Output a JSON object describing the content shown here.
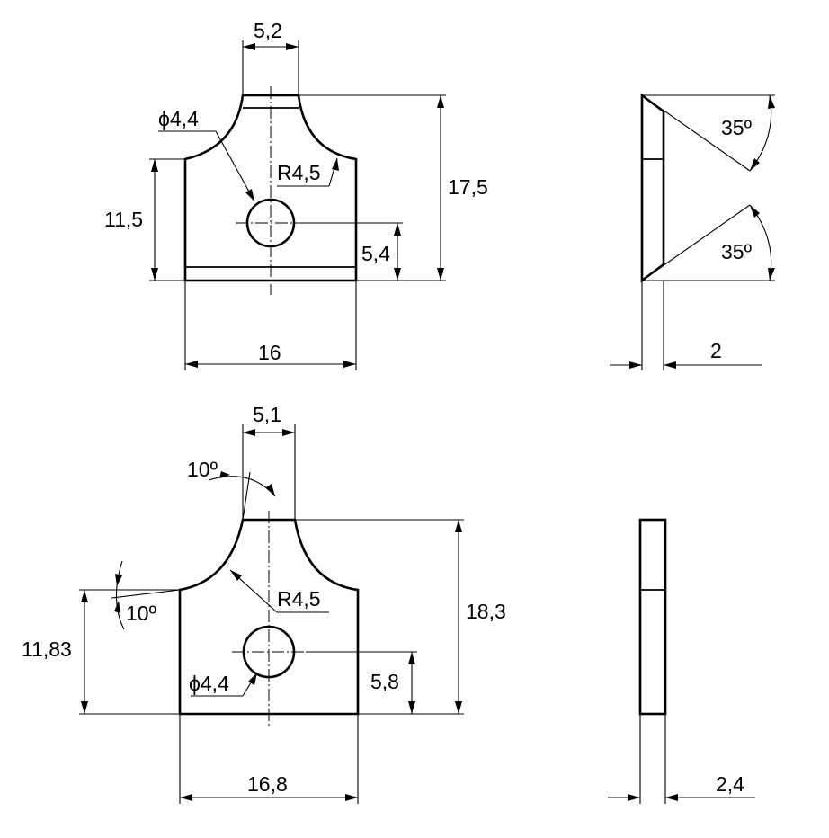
{
  "top": {
    "top_width": "5,2",
    "hole_diameter": "ϕ4,4",
    "radius": "R4,5",
    "shoulder_height": "11,5",
    "total_height": "17,5",
    "hole_height": "5,4",
    "base_width": "16",
    "angle_top": "35º",
    "angle_bottom": "35º",
    "thickness": "2"
  },
  "bottom": {
    "top_width": "5,1",
    "angle_top": "10º",
    "angle_side": "10º",
    "radius": "R4,5",
    "total_height": "18,3",
    "shoulder_height": "11,83",
    "hole_height": "5,8",
    "hole_diameter": "ϕ4,4",
    "base_width": "16,8",
    "thickness": "2,4"
  }
}
